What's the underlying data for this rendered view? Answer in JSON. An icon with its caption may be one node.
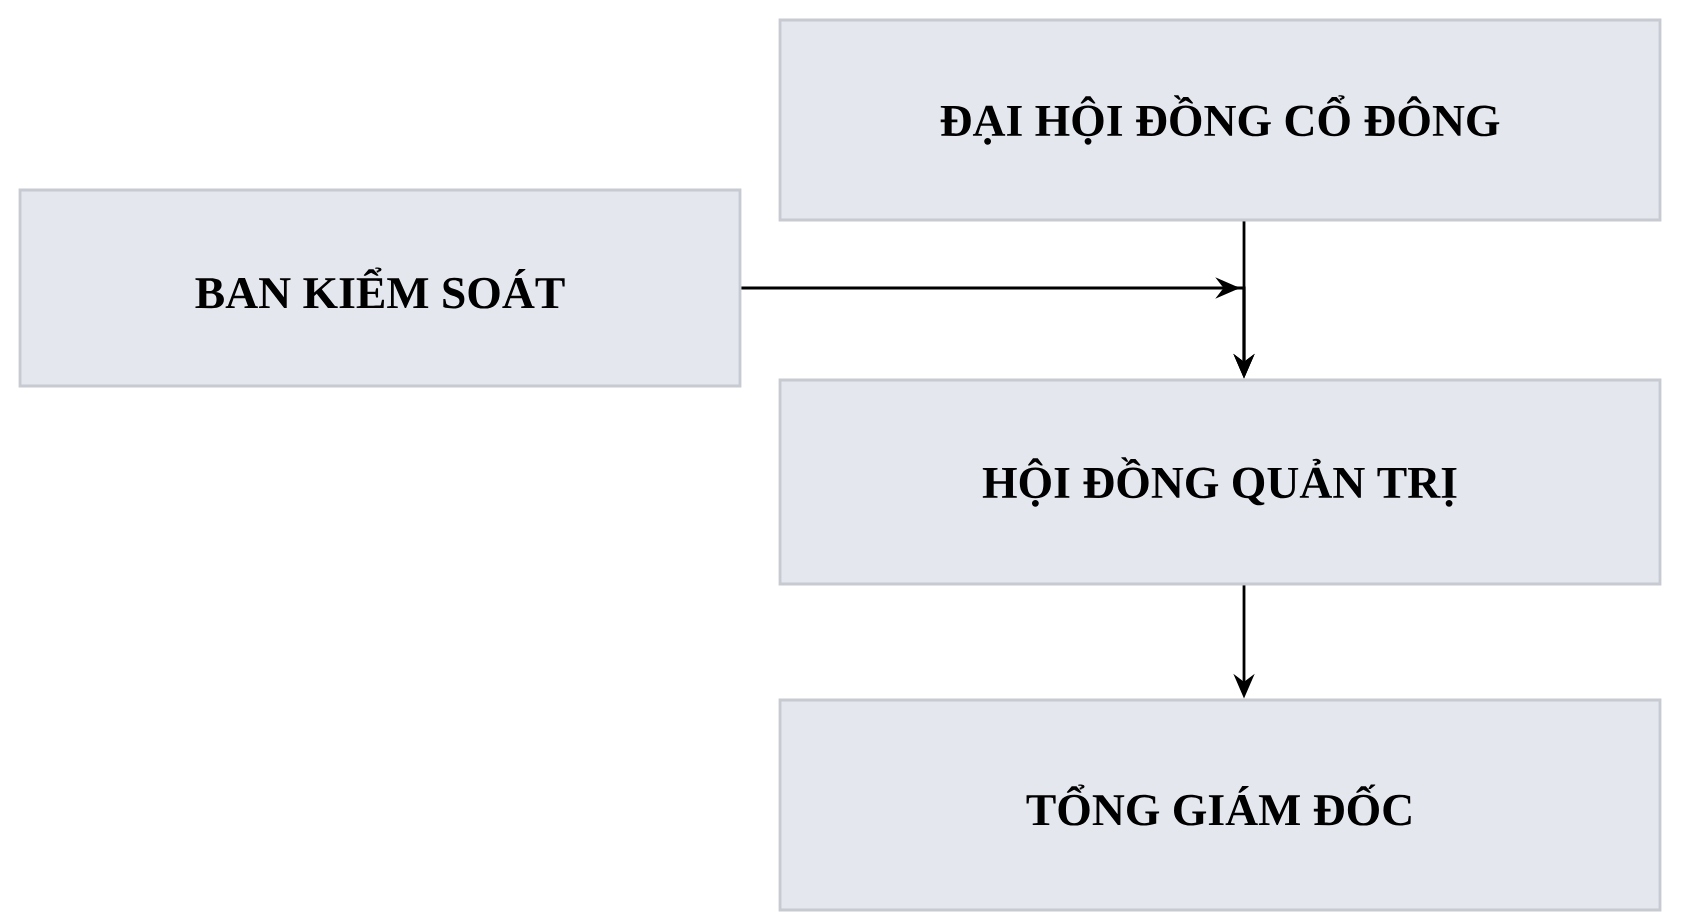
{
  "diagram": {
    "nodes": [
      {
        "text": [
          "ĐẠI HỘI ĐỒNG CỔ ĐÔNG"
        ]
      },
      {
        "text": [
          "BAN KIỂM SOÁT"
        ]
      },
      {
        "text": [
          "HỘI ĐỒNG QUẢN TRỊ"
        ]
      },
      {
        "text": [
          "TỔNG GIÁM ĐỐC"
        ]
      }
    ],
    "edges": [
      {
        "from": 0,
        "to": 2,
        "arrow": "to"
      },
      {
        "from": 1,
        "to": 2,
        "arrow": "to"
      },
      {
        "from": 2,
        "to": 3,
        "arrow": "to"
      }
    ]
  }
}
